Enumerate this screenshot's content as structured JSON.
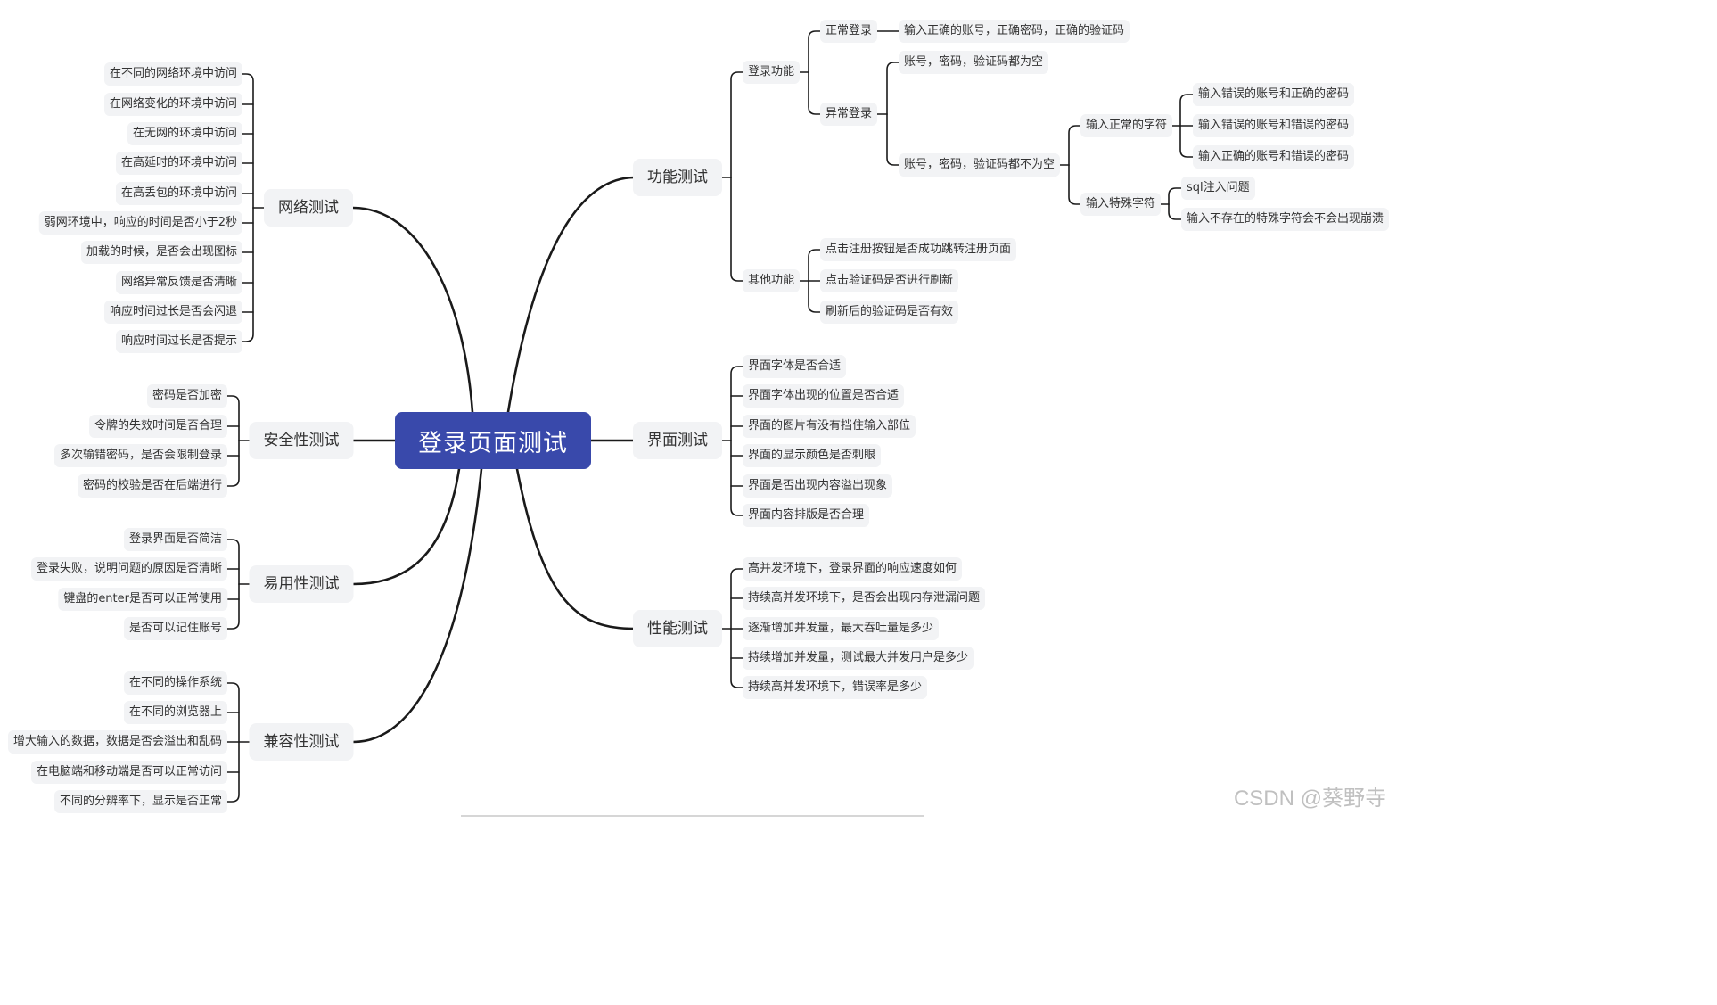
{
  "root": "登录页面测试",
  "branches": {
    "func": {
      "label": "功能测试",
      "login": {
        "label": "登录功能",
        "normal": {
          "label": "正常登录",
          "detail": "输入正确的账号，正确密码，正确的验证码"
        },
        "abnormal": {
          "label": "异常登录",
          "empty": "账号，密码，验证码都为空",
          "notempty": {
            "label": "账号，密码，验证码都不为空",
            "normalchars": {
              "label": "输入正常的字符",
              "items": [
                "输入错误的账号和正确的密码",
                "输入错误的账号和错误的密码",
                "输入正确的账号和错误的密码"
              ]
            },
            "specialchars": {
              "label": "输入特殊字符",
              "items": [
                "sql注入问题",
                "输入不存在的特殊字符会不会出现崩溃"
              ]
            }
          }
        }
      },
      "other": {
        "label": "其他功能",
        "items": [
          "点击注册按钮是否成功跳转注册页面",
          "点击验证码是否进行刷新",
          "刷新后的验证码是否有效"
        ]
      }
    },
    "ui": {
      "label": "界面测试",
      "items": [
        "界面字体是否合适",
        "界面字体出现的位置是否合适",
        "界面的图片有没有挡住输入部位",
        "界面的显示颜色是否刺眼",
        "界面是否出现内容溢出现象",
        "界面内容排版是否合理"
      ]
    },
    "perf": {
      "label": "性能测试",
      "items": [
        "高并发环境下，登录界面的响应速度如何",
        "持续高并发环境下，是否会出现内存泄漏问题",
        "逐渐增加并发量，最大吞吐量是多少",
        "持续增加并发量，测试最大并发用户是多少",
        "持续高并发环境下，错误率是多少"
      ]
    },
    "network": {
      "label": "网络测试",
      "items": [
        "在不同的网络环境中访问",
        "在网络变化的环境中访问",
        "在无网的环境中访问",
        "在高延时的环境中访问",
        "在高丢包的环境中访问",
        "弱网环境中，响应的时间是否小于2秒",
        "加载的时候，是否会出现图标",
        "网络异常反馈是否清晰",
        "响应时间过长是否会闪退",
        "响应时间过长是否提示"
      ]
    },
    "security": {
      "label": "安全性测试",
      "items": [
        "密码是否加密",
        "令牌的失效时间是否合理",
        "多次输错密码，是否会限制登录",
        "密码的校验是否在后端进行"
      ]
    },
    "usability": {
      "label": "易用性测试",
      "items": [
        "登录界面是否简洁",
        "登录失败，说明问题的原因是否清晰",
        "键盘的enter是否可以正常使用",
        "是否可以记住账号"
      ]
    },
    "compat": {
      "label": "兼容性测试",
      "items": [
        "在不同的操作系统",
        "在不同的浏览器上",
        "增大输入的数据，数据是否会溢出和乱码",
        "在电脑端和移动端是否可以正常访问",
        "不同的分辨率下，显示是否正常"
      ]
    }
  },
  "watermark": "CSDN @葵野寺",
  "colors": {
    "root_bg": "#3949ab",
    "node_bg": "#f2f3f5",
    "line": "#1a1a1a"
  }
}
